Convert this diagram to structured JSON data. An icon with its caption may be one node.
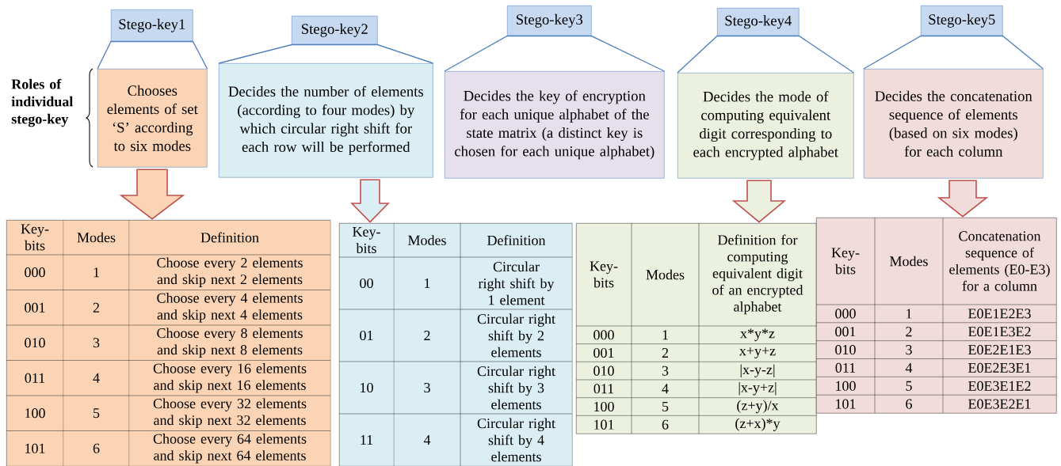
{
  "diagram": {
    "nodes": [
      {
        "text": [
          "Stego-key1"
        ]
      },
      {
        "text": [
          "Stego-key2"
        ]
      },
      {
        "text": [
          "Stego-key3"
        ]
      },
      {
        "text": [
          "Stego-key4"
        ]
      },
      {
        "text": [
          "Stego-key5"
        ]
      },
      {
        "text": [
          "Chooses elements of set ‘S’ according to six modes"
        ]
      },
      {
        "text": [
          "Decides the number of elements (according to four modes) by which circular right shift for each row will be performed"
        ]
      },
      {
        "text": [
          "Decides the key of encryption for each unique alphabet of the state matrix (a distinct key is chosen for each unique alphabet)"
        ]
      },
      {
        "text": [
          "Decides the mode of computing equivalent digit corresponding to each encrypted alphabet"
        ]
      },
      {
        "text": [
          "Decides the concatenation sequence of elements (based on six modes) for each column"
        ]
      },
      {
        "text": [
          "Key-bits",
          "Modes",
          "Definition",
          "000",
          "1",
          "Choose every 2 elements and skip next 2 elements",
          "001",
          "2",
          "Choose every 4 elements and skip next 4 elements",
          "010",
          "3",
          "Choose every 8 elements and skip next 8 elements",
          "011",
          "4",
          "Choose every 16 elements and skip next 16 elements",
          "100",
          "5",
          "Choose every 32 elements and skip next 32 elements",
          "101",
          "6",
          "Choose every 64 elements and skip next 64 elements"
        ]
      },
      {
        "text": [
          "Key-bits",
          "Modes",
          "Definition",
          "00",
          "1",
          "Circular right shift by 1 element",
          "01",
          "2",
          "Circular right shift by 2 elements",
          "10",
          "3",
          "Circular right shift by 3 elements",
          "11",
          "4",
          "Circular right shift by 4 elements"
        ]
      },
      {
        "text": [
          "Key-bits",
          "Modes",
          "Definition for computing equivalent digit of an encrypted alphabet",
          "000",
          "1",
          "x*y*z",
          "001",
          "2",
          "x+y+z",
          "010",
          "3",
          "|x-y-z|",
          "011",
          "4",
          "|x-y+z|",
          "100",
          "5",
          "(z+y)/x",
          "101",
          "6",
          "(z+x)*y"
        ]
      },
      {
        "text": [
          "Key-bits",
          "Modes",
          "Concatenation sequence of elements (E0-E3) for a column",
          "000",
          "1",
          "E0E1E2E3",
          "001",
          "2",
          "E0E1E3E2",
          "010",
          "3",
          "E0E2E1E3",
          "011",
          "4",
          "E0E2E3E1",
          "100",
          "5",
          "E0E3E1E2",
          "101",
          "6",
          "E0E3E2E1"
        ]
      }
    ],
    "edges": [
      {
        "from": 0,
        "to": 5,
        "arrow": "none"
      },
      {
        "from": 1,
        "to": 6,
        "arrow": "none"
      },
      {
        "from": 2,
        "to": 7,
        "arrow": "none"
      },
      {
        "from": 3,
        "to": 8,
        "arrow": "none"
      },
      {
        "from": 4,
        "to": 9,
        "arrow": "none"
      },
      {
        "from": 5,
        "to": 10,
        "arrow": "to",
        "style": "thick",
        "color": "#c0504d"
      },
      {
        "from": 6,
        "to": 11,
        "arrow": "to",
        "style": "thick",
        "color": "#c0504d"
      },
      {
        "from": 8,
        "to": 12,
        "arrow": "to",
        "style": "thick",
        "color": "#c0504d"
      },
      {
        "from": 9,
        "to": 13,
        "arrow": "to",
        "style": "thick",
        "color": "#c0504d"
      }
    ],
    "labels": [
      "Roles of individual stego-key"
    ]
  }
}
